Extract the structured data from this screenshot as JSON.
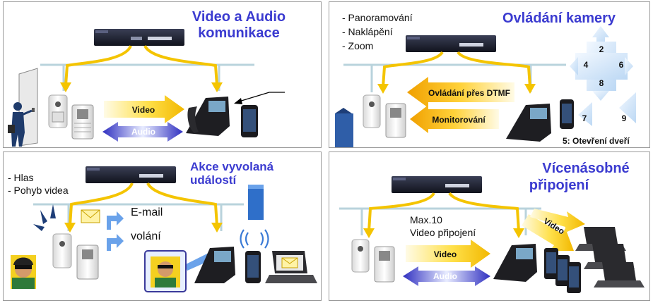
{
  "panel1": {
    "title_line1": "Video a Audio",
    "title_line2": "komunikace",
    "video_label": "Video",
    "audio_label": "Audio"
  },
  "panel2": {
    "title": "Ovládání kamery",
    "features": [
      "- Panoramování",
      "- Naklápění",
      "- Zoom"
    ],
    "dtmf_label": "Ovládání přes DTMF",
    "monitor_label": "Monitorování",
    "keypad": [
      "2",
      "4",
      "6",
      "8",
      "7",
      "9"
    ],
    "door_note": "5: Otevření dveří"
  },
  "panel3": {
    "title_line1": "Akce vyvolaná",
    "title_line2": "událostí",
    "triggers": [
      "- Hlas",
      "- Pohyb videa"
    ],
    "email_label": "E-mail",
    "call_label": "volání"
  },
  "panel4": {
    "title_line1": "Vícenásobné",
    "title_line2": "připojení",
    "max_line1": "Max.10",
    "max_line2": "Video připojení",
    "video_label": "Video",
    "audio_label": "Audio",
    "diag_video_label": "Video"
  },
  "colors": {
    "title_blue": "#3b3bd0",
    "arrow_yellow": "#f4c400",
    "arrow_orange": "#e8a600",
    "arrow_blue": "#4444cc",
    "network_line": "#b9d3dc"
  }
}
